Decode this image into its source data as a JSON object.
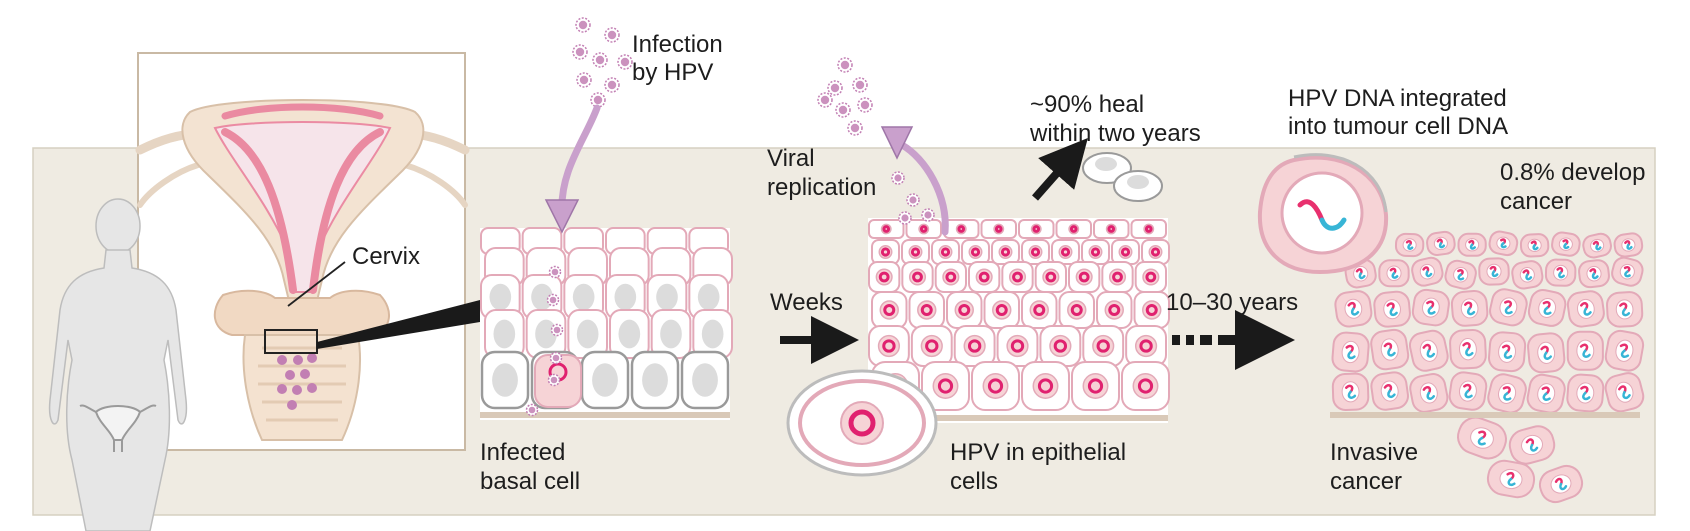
{
  "labels": {
    "infection": [
      "Infection",
      "by HPV"
    ],
    "viral_replication": [
      "Viral",
      "replication"
    ],
    "heal": [
      "~90% heal",
      "within two years"
    ],
    "integrated": [
      "HPV DNA integrated",
      "into tumour cell DNA"
    ],
    "develop": [
      "0.8% develop",
      "cancer"
    ],
    "cervix": "Cervix",
    "weeks": "Weeks",
    "years": "10–30 years",
    "infected_basal": [
      "Infected",
      "basal cell"
    ],
    "hpv_epithelial": [
      "HPV in epithelial",
      "cells"
    ],
    "invasive": [
      "Invasive",
      "cancer"
    ]
  },
  "colors": {
    "band": "#efebe2",
    "cell_outline": "#e3a9b8",
    "basal_outline": "#9a9a9a",
    "nucleus_grey": "#dcdcdc",
    "infected_fill": "#f6d3d6",
    "hpv_ring": "#e0216f",
    "virus": "#c27fb3",
    "arrow_violet": "#c9a0cc",
    "arrow_dark": "#1a1a1a",
    "dna_pink": "#e8306e",
    "dna_blue": "#37b5d6"
  },
  "icons": [
    "virus-particle-icon",
    "female-silhouette-icon",
    "uterus-icon",
    "cell-icon",
    "dna-strand-icon"
  ]
}
